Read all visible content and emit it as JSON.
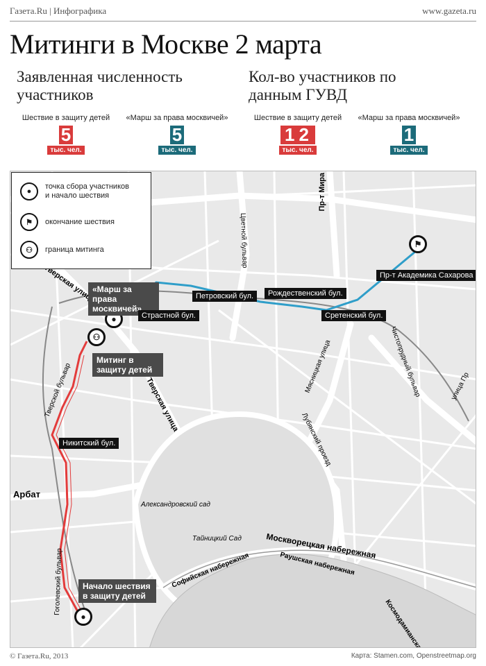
{
  "header": {
    "source": "Газета.Ru | Инфографика",
    "site": "www.gazeta.ru"
  },
  "title": "Митинги в Москве 2 марта",
  "sections": {
    "declared": "Заявленная численность участников",
    "police": "Кол-во участников по данным ГУВД"
  },
  "stats": [
    {
      "label": "Шествие в защиту детей",
      "value": "5",
      "unit": "тыс. чел.",
      "color": "#d93b3b"
    },
    {
      "label": "«Марш за права москвичей»",
      "value": "5",
      "unit": "тыс. чел.",
      "color": "#1c6b7a"
    },
    {
      "label": "Шествие в защиту детей",
      "value": "12",
      "unit": "тыс. чел.",
      "color": "#d93b3b"
    },
    {
      "label": "«Марш за права москвичей»",
      "value": "1",
      "unit": "тыс. чел.",
      "color": "#1c6b7a"
    }
  ],
  "legend": {
    "start": "точка сбора участников и начало шествия",
    "finish": "окончание шествия",
    "boundary": "граница митинга"
  },
  "map": {
    "streets": {
      "tverskaya1": "Тверская улица",
      "tverskaya2": "Тверская улица",
      "tverskoy_bul": "Тверской бульвар",
      "tsvetnoy": "Цветной бульвар",
      "prospekt_mira": "Пр-т Мира",
      "myasnitskaya": "Мясницкая улица",
      "chistoprudny": "Чистопрудный бульвар",
      "ulitsa_pr": "улица Пр",
      "lubyansky": "Лубянский проезд",
      "arbat": "Арбат",
      "gogolevsky": "Гоголевский бульвар",
      "alexandrovsky": "Александровский сад",
      "tainitsky": "Тайницкий Сад",
      "moskvoretskaya": "Москворецкая набережная",
      "sofiyskaya": "Софийская набережная",
      "raushskaya": "Раушская набережная",
      "kosmodamianskaya": "Космодамианская"
    },
    "tags": {
      "march_rights": "«Марш за права москвичей»",
      "strastnoy": "Страстной бул.",
      "petrovsky": "Петровский бул.",
      "rozhdestvensky": "Рождественский бул.",
      "sretensky": "Сретенский бул.",
      "sakharova": "Пр-т Академика Сахарова",
      "rally_children": "Митинг в защиту детей",
      "nikitsky": "Никитский бул.",
      "start_children": "Начало шествия в защиту детей"
    },
    "route_colors": {
      "children": "#e33b3b",
      "rights": "#2f9ec9"
    }
  },
  "footer": {
    "copyright": "© Газета.Ru, 2013",
    "credits": "Карта: Stamen.com, Openstreetmap.org"
  }
}
